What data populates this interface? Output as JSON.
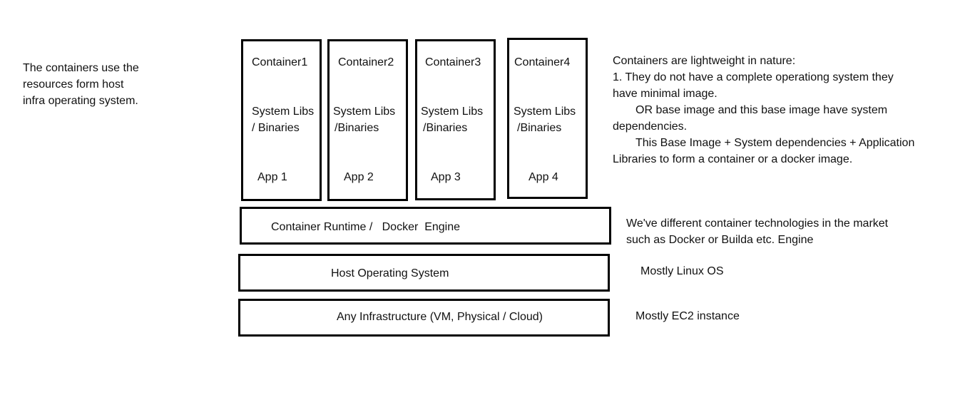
{
  "left_note": {
    "lines": [
      "The containers use the",
      "resources form host",
      "infra operating system."
    ]
  },
  "containers": [
    {
      "name": "Container1",
      "libs_line1": "System Libs",
      "libs_line2": "/ Binaries",
      "app": "App 1"
    },
    {
      "name": "Container2",
      "libs_line1": "System Libs",
      "libs_line2": "/Binaries",
      "app": "App 2"
    },
    {
      "name": "Container3",
      "libs_line1": "System Libs",
      "libs_line2": "/Binaries",
      "app": "App 3"
    },
    {
      "name": "Container4",
      "libs_line1": "System Libs",
      "libs_line2": "/Binaries",
      "app": "App 4"
    }
  ],
  "layers": {
    "runtime": "Container Runtime /   Docker  Engine",
    "host_os": "Host Operating System",
    "infrastructure": "Any Infrastructure (VM, Physical / Cloud)"
  },
  "right_notes": {
    "containers": [
      "Containers are lightweight in nature:",
      "1. They do not have a complete operationg system they",
      "have minimal image.",
      "OR base image and this base image have system",
      "dependencies.",
      "This Base Image + System dependencies + Application",
      "Libraries to form a container or a docker image."
    ],
    "runtime": [
      "We've different container technologies in the market",
      "such as Docker or Builda etc. Engine"
    ],
    "host_os": "Mostly Linux OS",
    "infrastructure": "Mostly EC2 instance"
  }
}
